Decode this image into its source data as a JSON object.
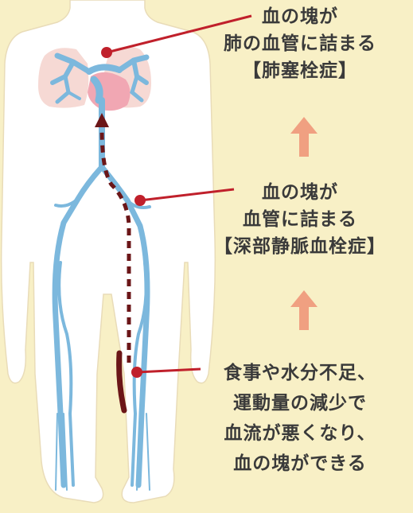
{
  "labels": {
    "lung": {
      "line1": "血の塊が",
      "line2": "肺の血管に詰まる",
      "line3": "【肺塞栓症】"
    },
    "vein": {
      "line1": "血の塊が",
      "line2": "血管に詰まる",
      "line3": "【深部静脈血栓症】"
    },
    "cause": {
      "line1": "食事や水分不足、",
      "line2": "運動量の減少で",
      "line3": "血流が悪くなり、",
      "line4": "血の塊ができる"
    }
  },
  "colors": {
    "background": "#f8f0c6",
    "body": "#ffffff",
    "vein": "#7cb8dd",
    "lung": "#f6d9d4",
    "heart": "#f1a7b3",
    "pointer": "#c0202b",
    "clot_path": "#6b1618",
    "arrow": "#f0a081",
    "text": "#3a3a3a"
  }
}
